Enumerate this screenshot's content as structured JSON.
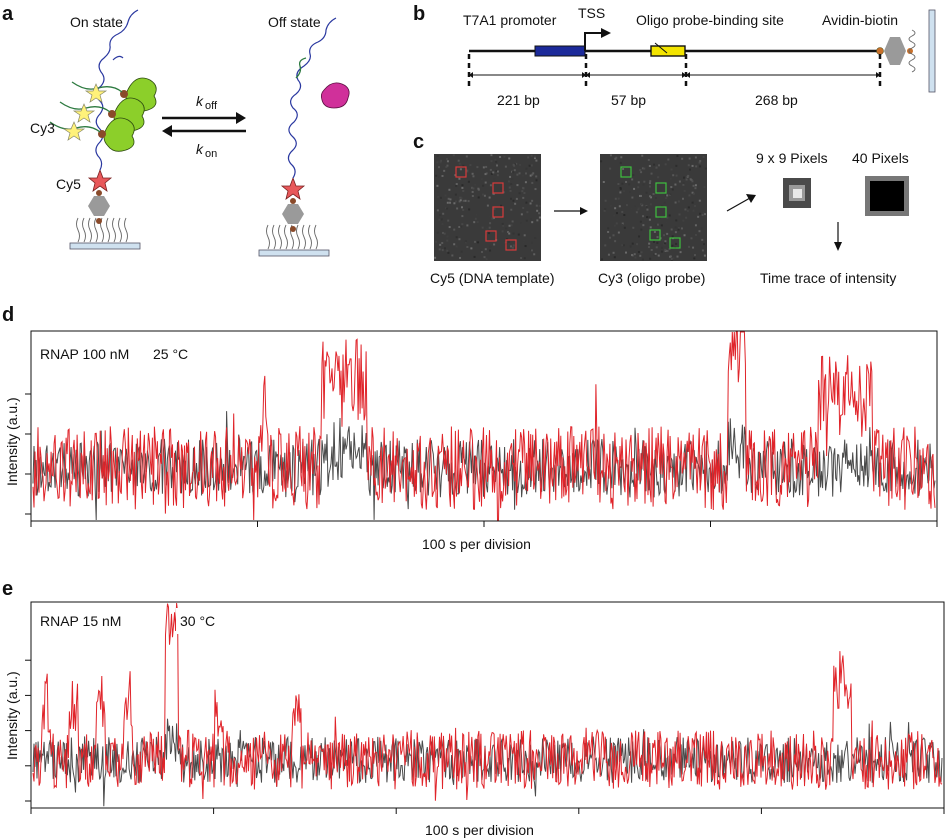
{
  "panels": {
    "a": {
      "letter": "a",
      "on_state": "On state",
      "off_state": "Off state",
      "cy3": "Cy3",
      "cy5": "Cy5",
      "k_off": "k",
      "k_off_sub": "off",
      "k_on": "k",
      "k_on_sub": "on"
    },
    "b": {
      "letter": "b",
      "promoter": "T7A1 promoter",
      "tss": "TSS",
      "oligo_site": "Oligo probe-binding site",
      "avidin": "Avidin-biotin",
      "segments": [
        "221 bp",
        "57 bp",
        "268 bp"
      ]
    },
    "c": {
      "letter": "c",
      "cy5_caption": "Cy5 (DNA template)",
      "cy3_caption": "Cy3 (oligo probe)",
      "pixels_9": "9 x 9 Pixels",
      "pixels_40": "40 Pixels",
      "time_trace": "Time trace of intensity"
    },
    "d": {
      "letter": "d",
      "condition_1": "RNAP 100 nM",
      "condition_2": "25 °C",
      "ylabel": "Intensity (a.u.)",
      "xlabel": "100 s per division"
    },
    "e": {
      "letter": "e",
      "condition_1": "RNAP 15 nM",
      "condition_2": "30 °C",
      "ylabel": "Intensity (a.u.)",
      "xlabel": "100 s per division"
    }
  },
  "colors": {
    "rnap_green": "#8ccf2a",
    "rnap_off_magenta": "#d0309a",
    "cy3_yellow": "#fff27a",
    "cy5_red": "#e8585a",
    "promoter_blue": "#1c2a9a",
    "oligo_yellow": "#f3e400",
    "trace_red": "#e0242a",
    "trace_grey": "#4a4a4a",
    "spot_red": "#d83a3a",
    "spot_green": "#3fbf3f"
  },
  "chart_data": [
    {
      "type": "line",
      "panel": "d",
      "title": "",
      "condition": "RNAP 100 nM 25 °C",
      "xlabel": "100 s per division",
      "ylabel": "Intensity (a.u.)",
      "x_divisions": 4,
      "y_ticks": 4,
      "series": [
        {
          "color": "red",
          "baseline": 0.0,
          "noise": 1.0,
          "events": [
            [
              0.25,
              0.26,
              1.2
            ],
            [
              0.32,
              0.37,
              2.1
            ],
            [
              0.77,
              0.79,
              3.0
            ],
            [
              0.87,
              0.93,
              1.7
            ]
          ]
        },
        {
          "color": "grey",
          "baseline": 0.0,
          "noise": 0.7,
          "events": [
            [
              0.32,
              0.37,
              0.4
            ],
            [
              0.77,
              0.79,
              0.5
            ]
          ]
        }
      ]
    },
    {
      "type": "line",
      "panel": "e",
      "title": "",
      "condition": "RNAP 15 nM 30 °C",
      "xlabel": "100 s per division",
      "ylabel": "Intensity (a.u.)",
      "x_divisions": 5,
      "y_ticks": 5,
      "series": [
        {
          "color": "red",
          "baseline": 0.0,
          "noise": 0.9,
          "events": [
            [
              0.01,
              0.02,
              1.6
            ],
            [
              0.04,
              0.05,
              1.5
            ],
            [
              0.07,
              0.08,
              1.7
            ],
            [
              0.1,
              0.11,
              1.8
            ],
            [
              0.145,
              0.16,
              4.2
            ],
            [
              0.2,
              0.21,
              1.4
            ],
            [
              0.285,
              0.295,
              1.7
            ],
            [
              0.88,
              0.9,
              2.4
            ]
          ]
        },
        {
          "color": "grey",
          "baseline": 0.0,
          "noise": 0.7,
          "events": [
            [
              0.145,
              0.16,
              0.6
            ]
          ]
        }
      ]
    }
  ]
}
